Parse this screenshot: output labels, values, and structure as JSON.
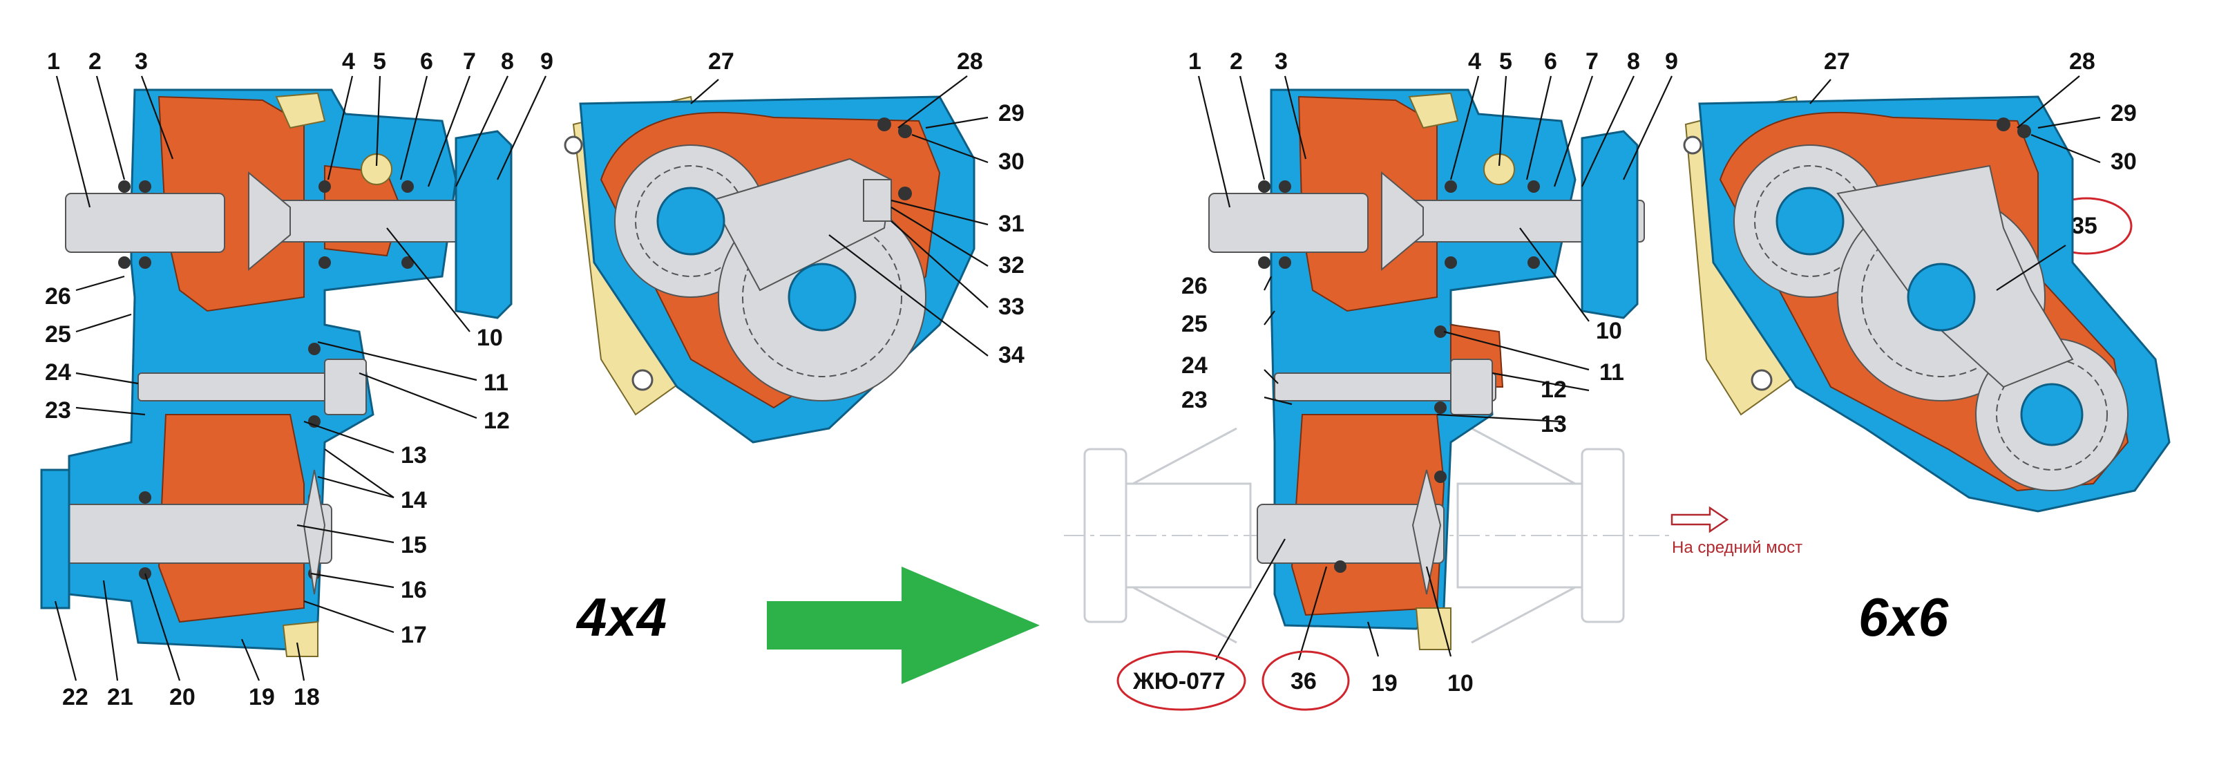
{
  "before": {
    "caption": "4x4",
    "section_labels": [
      "1",
      "2",
      "3",
      "4",
      "5",
      "6",
      "7",
      "8",
      "9",
      "10",
      "11",
      "12",
      "13",
      "14",
      "15",
      "16",
      "17",
      "18",
      "19",
      "20",
      "21",
      "22",
      "23",
      "24",
      "25",
      "26"
    ],
    "gear_labels": [
      "27",
      "28",
      "29",
      "30",
      "31",
      "32",
      "33",
      "34"
    ]
  },
  "after": {
    "caption": "6x6",
    "section_labels": [
      "1",
      "2",
      "3",
      "4",
      "5",
      "6",
      "7",
      "8",
      "9",
      "10",
      "11",
      "12",
      "13",
      "19",
      "10",
      "23",
      "24",
      "25",
      "26"
    ],
    "gear_labels": [
      "27",
      "28",
      "29",
      "30"
    ],
    "circled_labels": [
      "35",
      "ЖЮ-077",
      "36"
    ],
    "arrow_note": "На средний мост"
  },
  "colors": {
    "housing": "#1ba3e0",
    "cavity": "#e0612c",
    "gears": "#d7d9dc",
    "bracket": "#f2e2a0",
    "transition_arrow": "#2db24a",
    "circle_marks": "#d0252d"
  }
}
